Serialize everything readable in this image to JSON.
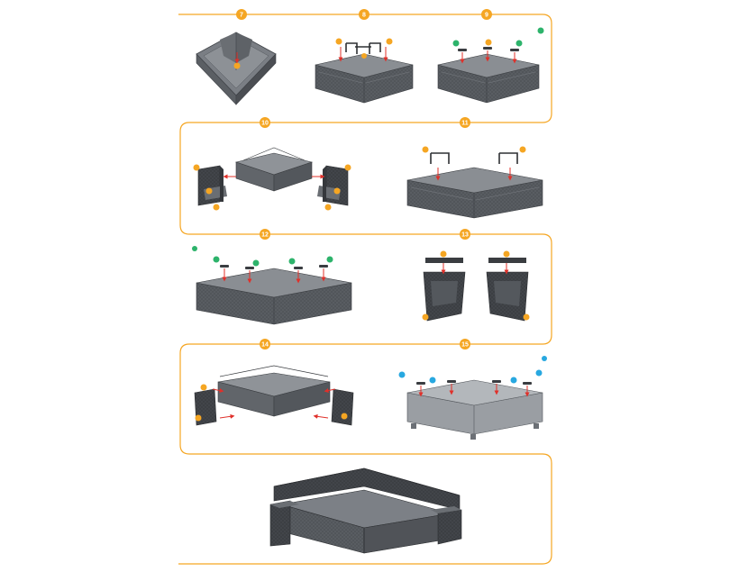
{
  "colors": {
    "guide_line": "#f5a623",
    "badge_orange": "#f5a623",
    "badge_green": "#2db36b",
    "badge_blue": "#28a8e0",
    "arrow_red": "#e0302a",
    "furniture_dark": "#4a4d52",
    "furniture_mid": "#6c7076",
    "furniture_light": "#9a9ea3",
    "cushion": "#7c8086",
    "hardware": "#3a3d41"
  },
  "steps": [
    {
      "number": "7"
    },
    {
      "number": "8"
    },
    {
      "number": "9"
    },
    {
      "number": "10"
    },
    {
      "number": "11"
    },
    {
      "number": "12"
    },
    {
      "number": "13"
    },
    {
      "number": "14"
    },
    {
      "number": "15"
    }
  ],
  "icons": {
    "part_marker": "circle-marker-icon",
    "arrow": "red-arrow-icon",
    "bracket": "metal-bracket-icon",
    "clip": "clip-icon"
  }
}
